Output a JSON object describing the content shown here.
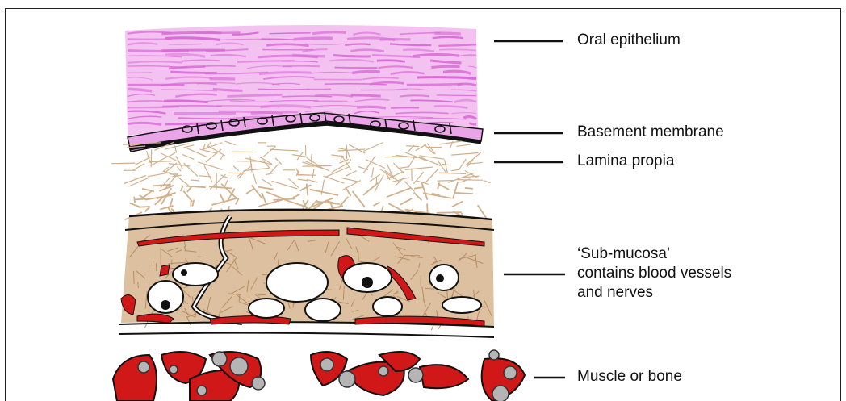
{
  "labels": {
    "oral_epithelium": "Oral epithelium",
    "basement_membrane": "Basement membrane",
    "lamina_propia": "Lamina propia",
    "submucosa_line1": "‘Sub-mucosa’",
    "submucosa_line2": "contains blood vessels",
    "submucosa_line3": "and nerves",
    "muscle_or_bone": "Muscle or bone"
  },
  "colors": {
    "epithelium": "#e27fe0",
    "epithelium_dark": "#b93fb9",
    "basement": "#e8a0e6",
    "fibers": "#c9a47e",
    "blood": "#d01818",
    "bone": "#a8a8a8",
    "ink": "#111111"
  }
}
